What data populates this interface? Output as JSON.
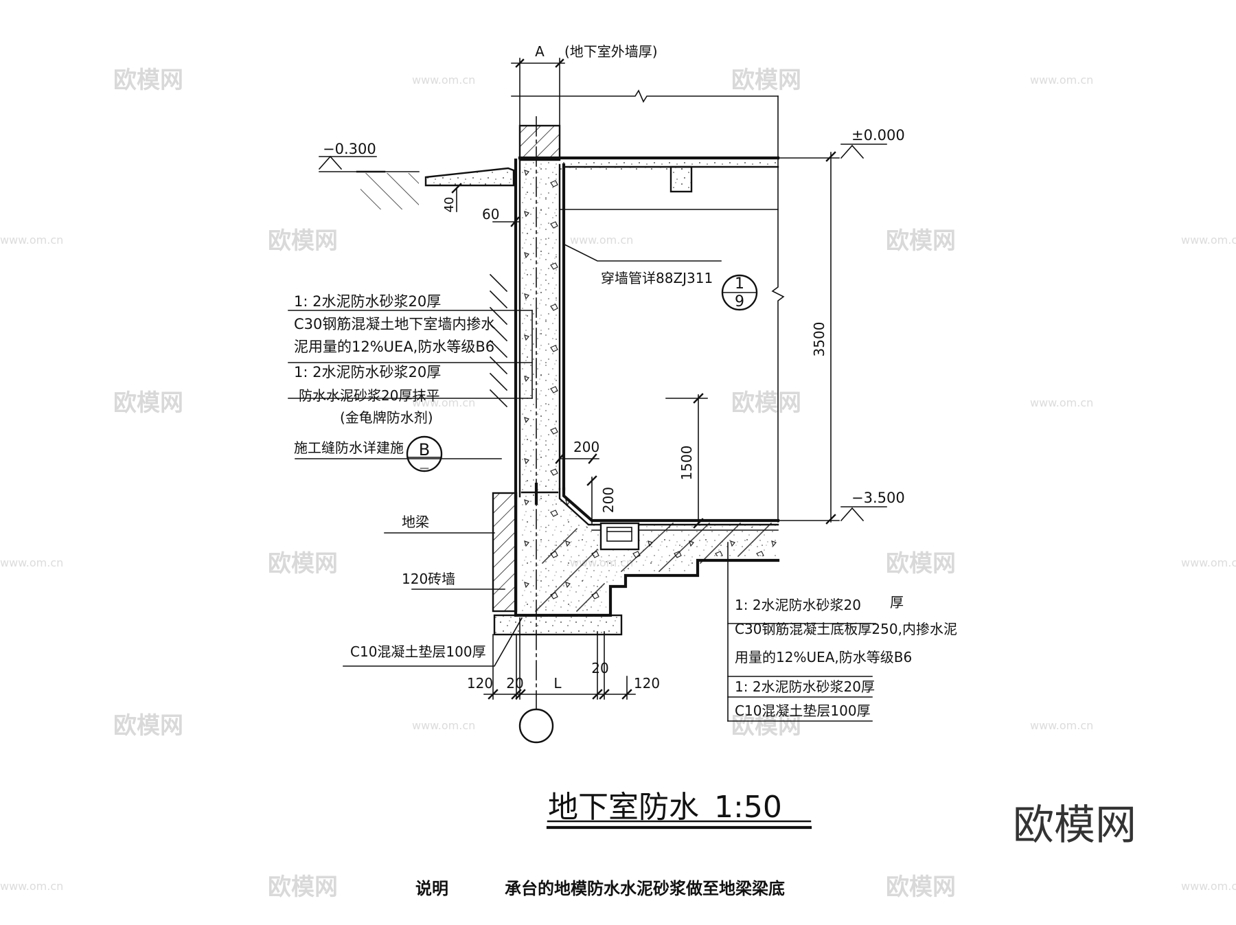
{
  "drawing": {
    "title": "地下室防水",
    "scale": "1:50",
    "note_label": "说明",
    "note_text": "承台的地模防水水泥砂浆做至地梁梁底",
    "axis_bubble": ""
  },
  "dimensions": {
    "wall_thickness_symbol": "A",
    "wall_thickness_note": "(地下室外墙厚)",
    "height_total": "3500",
    "height_pipe": "1500",
    "d_40": "40",
    "d_60": "60",
    "d_200_h": "200",
    "d_200_v": "200",
    "d_120_left": "120",
    "d_20_left": "20",
    "d_L": "L",
    "d_20_right": "20",
    "d_120_right": "120"
  },
  "levels": {
    "ground_outside": "−0.300",
    "floor_top": "±0.000",
    "basement_floor": "−3.500"
  },
  "wall_layers": [
    "1: 2水泥防水砂浆20厚",
    "C30钢筋混凝土地下室墙内掺水",
    "泥用量的12%UEA,防水等级B6",
    "1: 2水泥防水砂浆20厚",
    "防水水泥砂浆20厚抹平",
    "(金龟牌防水剂)"
  ],
  "callouts": {
    "pipe_detail": "穿墙管详88ZJ311",
    "pipe_ref_num": "1",
    "pipe_ref_den": "9",
    "joint_detail": "施工缝防水详建施",
    "joint_ref_letter": "B",
    "joint_ref_den": "—",
    "ground_beam": "地梁",
    "brick_wall": "120砖墙",
    "cushion": "C10混凝土垫层100厚"
  },
  "floor_layers": {
    "l1": "1: 2水泥防水砂浆20",
    "l1_suffix": "厚",
    "l2": "C30钢筋混凝土底板厚250,内掺水泥",
    "l3": "用量的12%UEA,防水等级B6",
    "l4": "1: 2水泥防水砂浆20厚",
    "l5": "C10混凝土垫层100厚"
  },
  "watermark": {
    "logo": "欧模网",
    "text": "欧模网",
    "url": "www.om.cn"
  }
}
